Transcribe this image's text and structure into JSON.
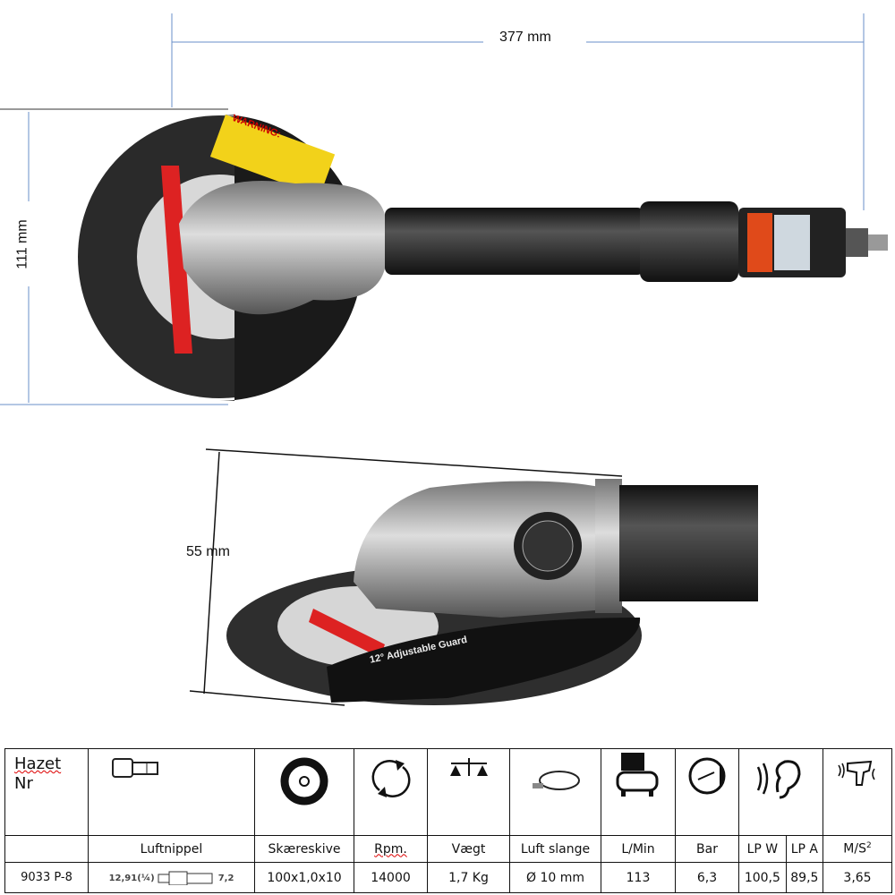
{
  "dimensions": {
    "length": "377 mm",
    "height": "111 mm",
    "side_height": "55 mm"
  },
  "photo_labels": {
    "warning": "WARNING:",
    "guard": "12° Adjustable Guard"
  },
  "table": {
    "brand_line1": "Hazet",
    "brand_line2": "Nr",
    "icons": [
      "air-nipple-icon",
      "cutting-disc-icon",
      "rotation-icon",
      "scale-icon",
      "air-hose-icon",
      "compressor-icon",
      "pressure-gauge-icon",
      "ear-noise-icon",
      "vibration-icon"
    ],
    "headers": [
      "Luftnippel",
      "Skæreskive",
      "Rpm.",
      "Vægt",
      "Luft slange",
      "L/Min",
      "Bar",
      "LP W",
      "LP A",
      "M/S"
    ],
    "ms_sup": "2",
    "row": {
      "nr": "9033 P-8",
      "nipple_left": "12,91(¼)",
      "nipple_right": "7,2",
      "disc": "100x1,0x10",
      "rpm": "14000",
      "weight": "1,7 Kg",
      "hose": "Ø 10 mm",
      "lmin": "113",
      "bar": "6,3",
      "lpw": "100,5",
      "lpa": "89,5",
      "ms": "3,65"
    }
  }
}
